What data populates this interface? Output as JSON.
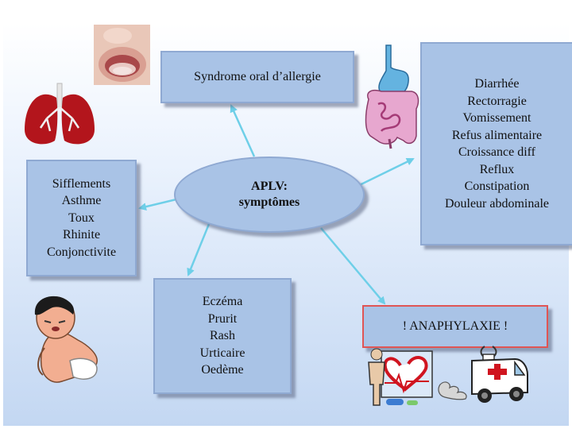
{
  "center": {
    "line1": "APLV:",
    "line2": "symptômes"
  },
  "oral": {
    "text": "Syndrome oral d’allergie"
  },
  "respiratory": {
    "items": [
      "Sifflements",
      "Asthme",
      "Toux",
      "Rhinite",
      "Conjonctivite"
    ]
  },
  "digestive": {
    "items": [
      "Diarrhée",
      "Rectorragie",
      "Vomissement",
      "Refus alimentaire",
      "Croissance diff",
      "Reflux",
      "Constipation",
      "Douleur abdominale"
    ]
  },
  "skin": {
    "items": [
      "Eczéma",
      "Prurit",
      "Rash",
      "Urticaire",
      "Oedème"
    ]
  },
  "anaphylaxis": {
    "text": "! ANAPHYLAXIE !"
  },
  "colors": {
    "box_fill": "#a9c3e6",
    "arrow": "#6ecfe8",
    "alert_border": "#e05555"
  },
  "illustrations": [
    "baby-mouth-photo",
    "lungs-icon",
    "digestive-system-icon",
    "crying-baby-icon",
    "heart-monitor-icon",
    "ambulance-icon"
  ]
}
